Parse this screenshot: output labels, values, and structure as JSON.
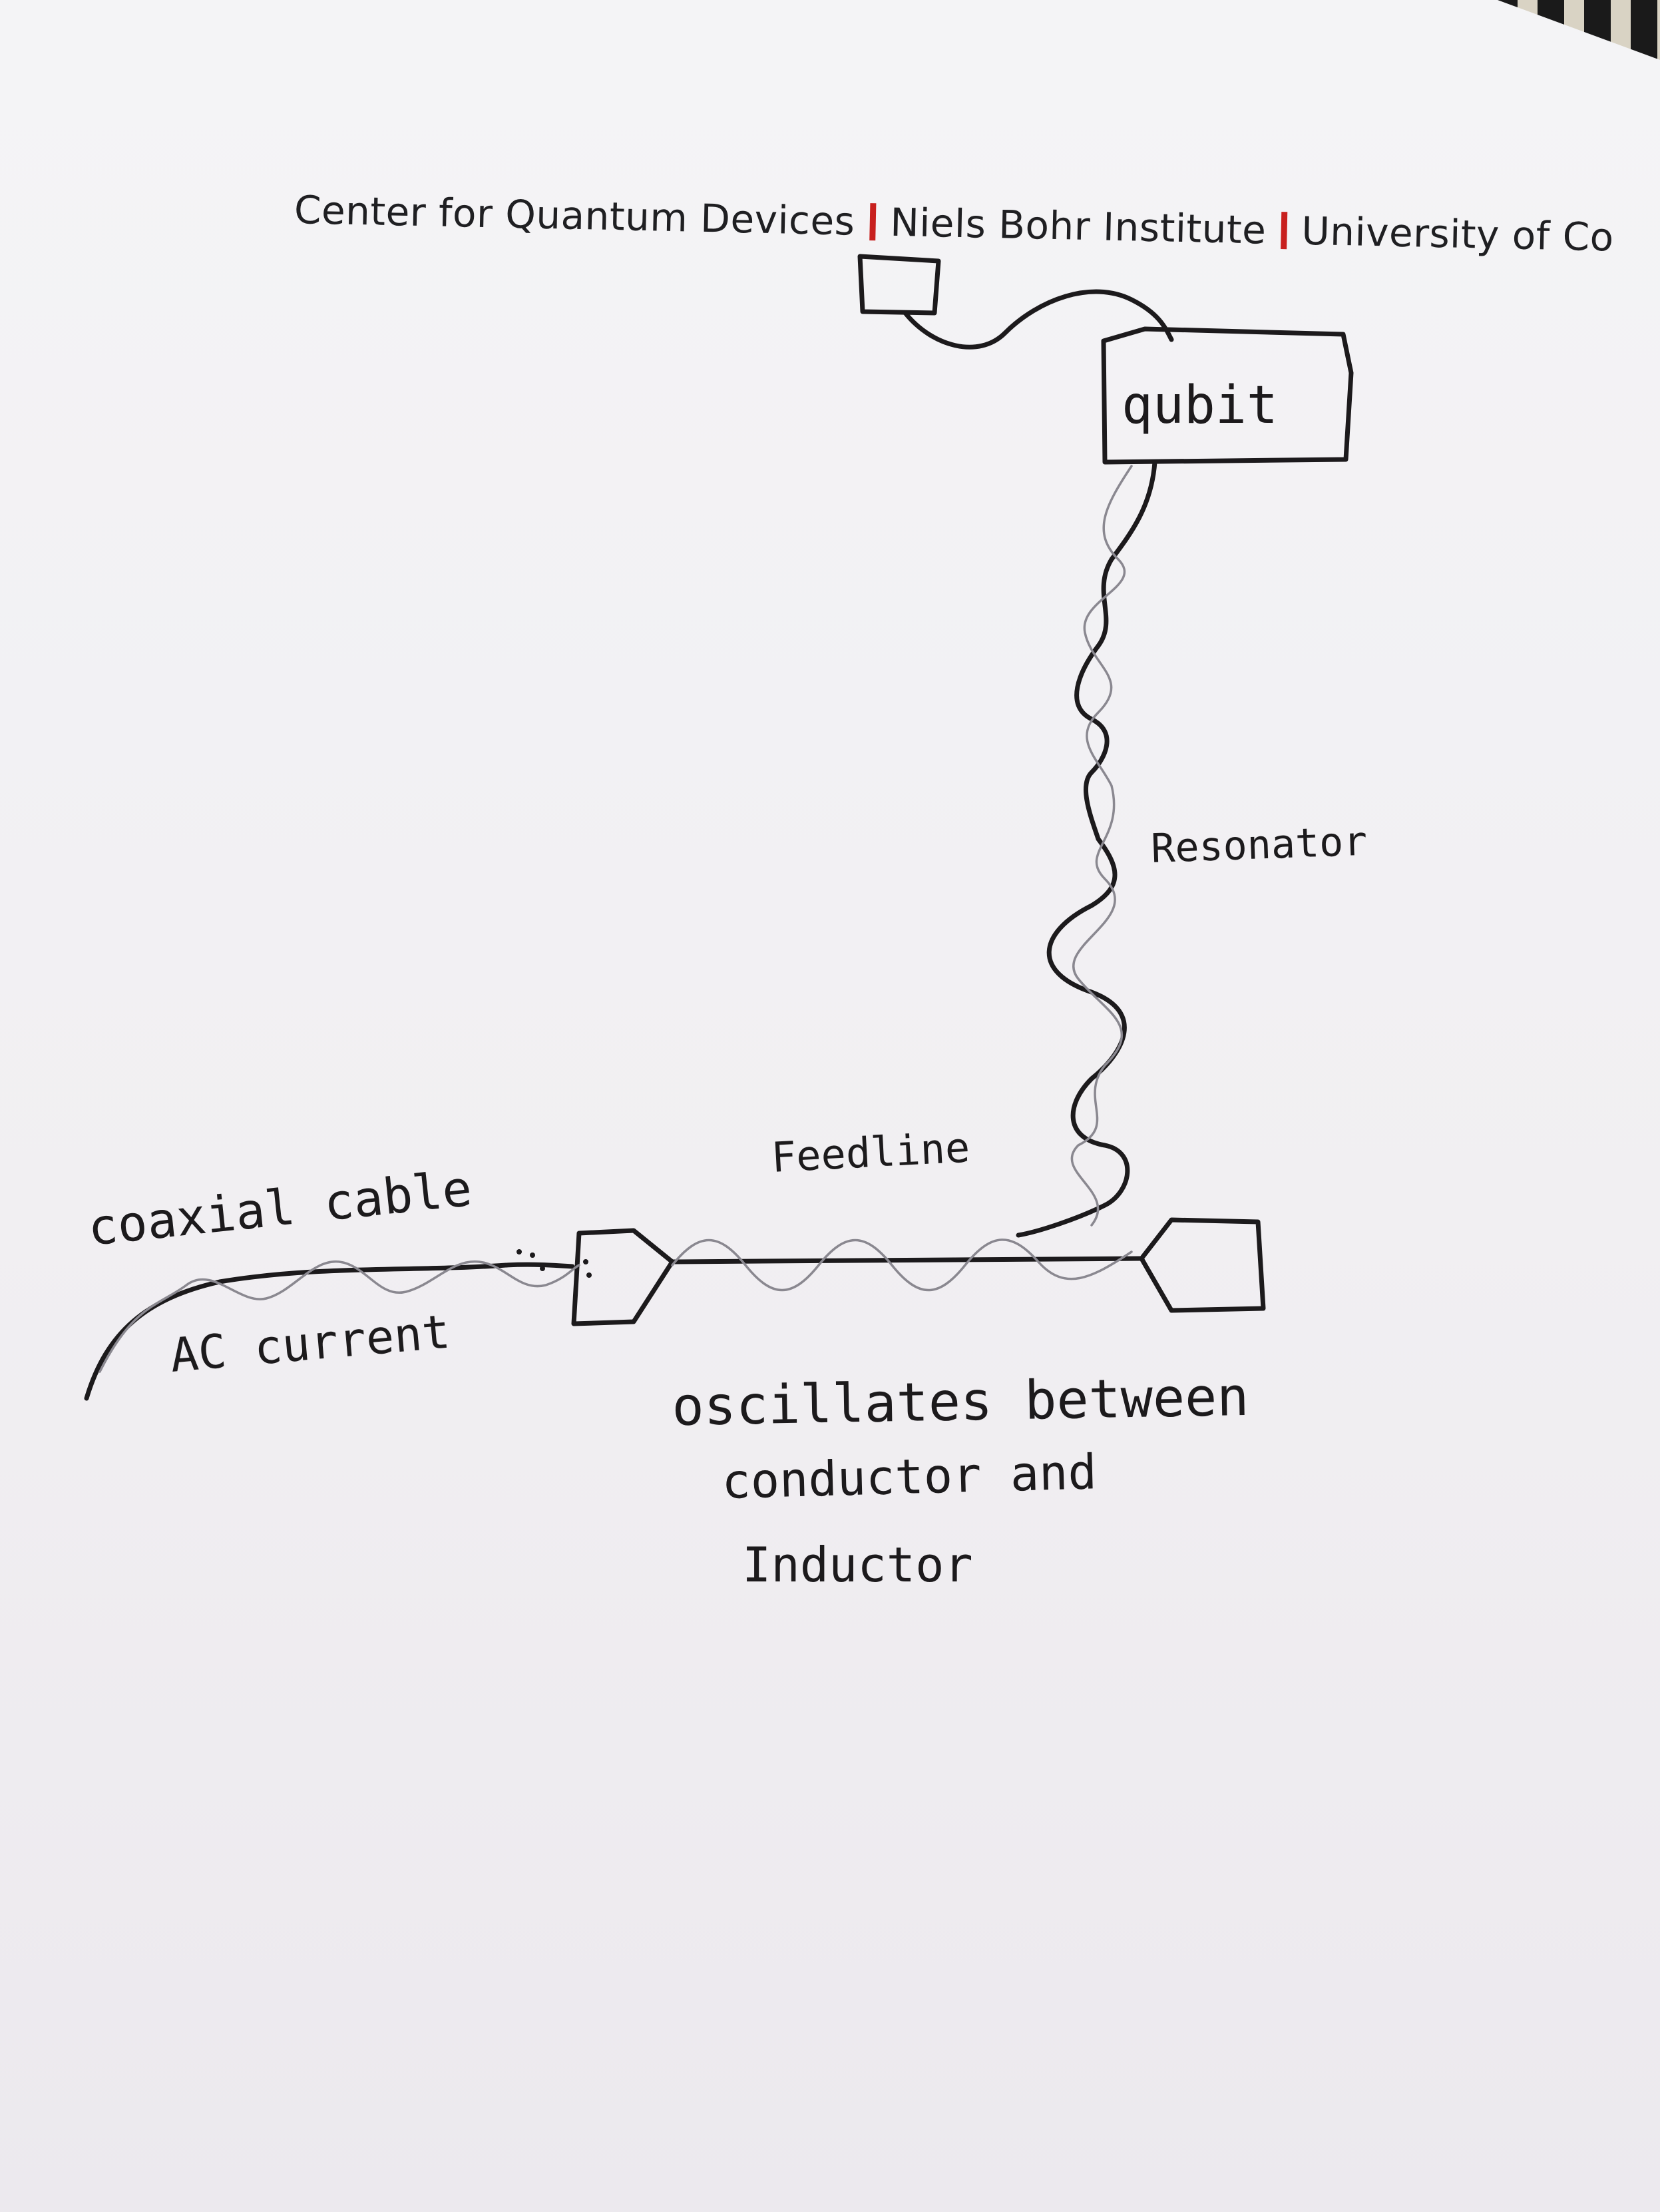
{
  "letterhead": {
    "org_1": "Center for Quantum Devices",
    "org_2": "Niels Bohr Institute",
    "org_3": "University of Co",
    "separator_color": "#c8201e"
  },
  "labels": {
    "qubit": "qubit",
    "resonator": "Resonator",
    "feedline": "Feedline",
    "coaxial_cable": "coaxial cable",
    "ac_current": "AC current",
    "oscillates_line1": "oscillates between",
    "oscillates_line2": "conductor and",
    "oscillates_line3": "Inductor"
  },
  "colors": {
    "ink": "#1c1a1c",
    "paper": "#f2f1f4"
  }
}
